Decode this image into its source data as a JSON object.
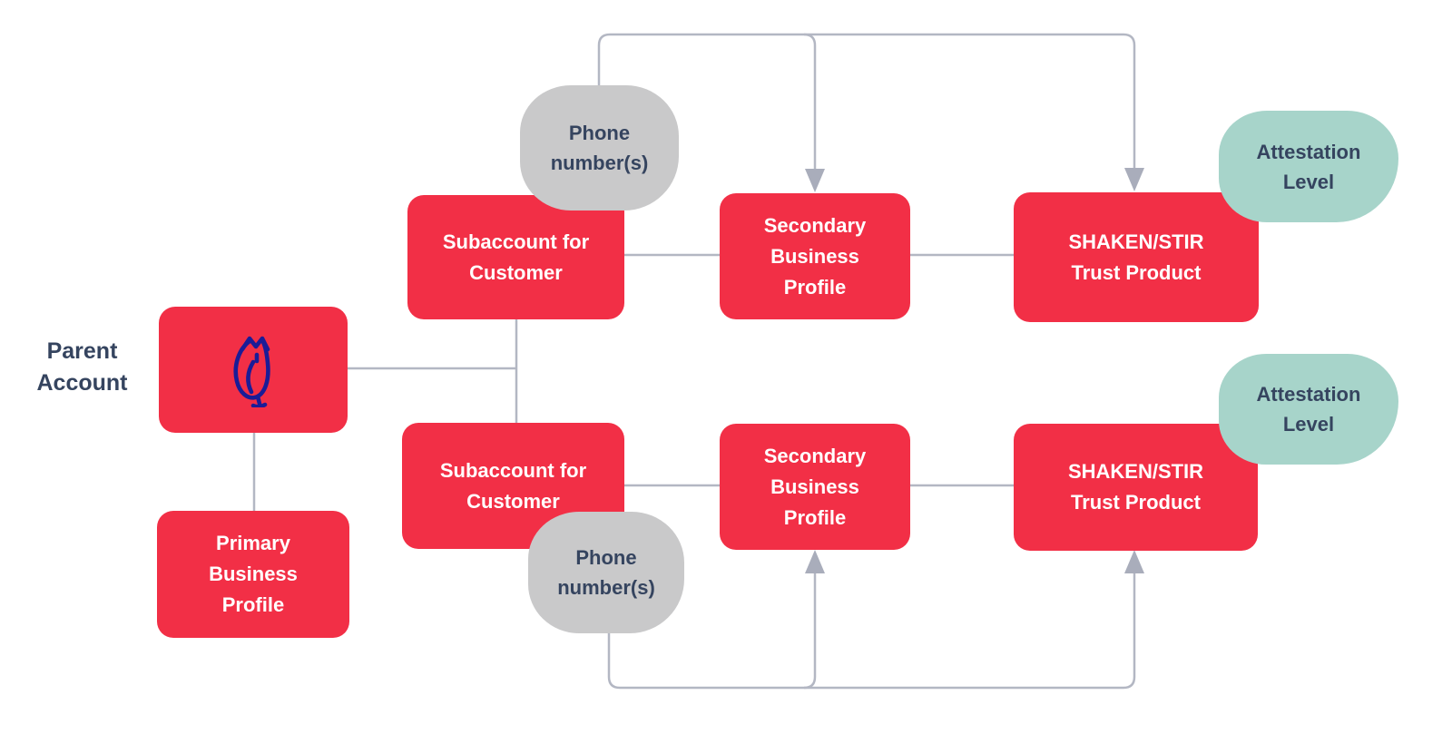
{
  "palette": {
    "page_bg": "#ffffff",
    "node_red": "#F22F46",
    "node_text": "#ffffff",
    "blob_gray": "#c9c9ca",
    "blob_teal": "#a7d4ca",
    "connector_gray": "#b3b7c3",
    "arrow_gray": "#a9adbb",
    "dark_text": "#35445f",
    "owl_navy": "#1a1c97"
  },
  "nodes": {
    "parent_account_label": {
      "label": "Parent\nAccount"
    },
    "primary_business_profile": {
      "label": "Primary\nBusiness\nProfile"
    },
    "subaccount_top": {
      "label": "Subaccount for\nCustomer"
    },
    "secondary_business_profile_top": {
      "label": "Secondary\nBusiness\nProfile"
    },
    "shaken_stir_top": {
      "label": "SHAKEN/STIR\nTrust Product"
    },
    "subaccount_bottom": {
      "label": "Subaccount for\nCustomer"
    },
    "secondary_business_profile_bottom": {
      "label": "Secondary\nBusiness\nProfile"
    },
    "shaken_stir_bottom": {
      "label": "SHAKEN/STIR\nTrust Product"
    },
    "phone_numbers_top": {
      "label": "Phone\nnumber(s)"
    },
    "phone_numbers_bottom": {
      "label": "Phone\nnumber(s)"
    },
    "attestation_level_top": {
      "label": "Attestation\nLevel"
    },
    "attestation_level_bottom": {
      "label": "Attestation\nLevel"
    }
  }
}
